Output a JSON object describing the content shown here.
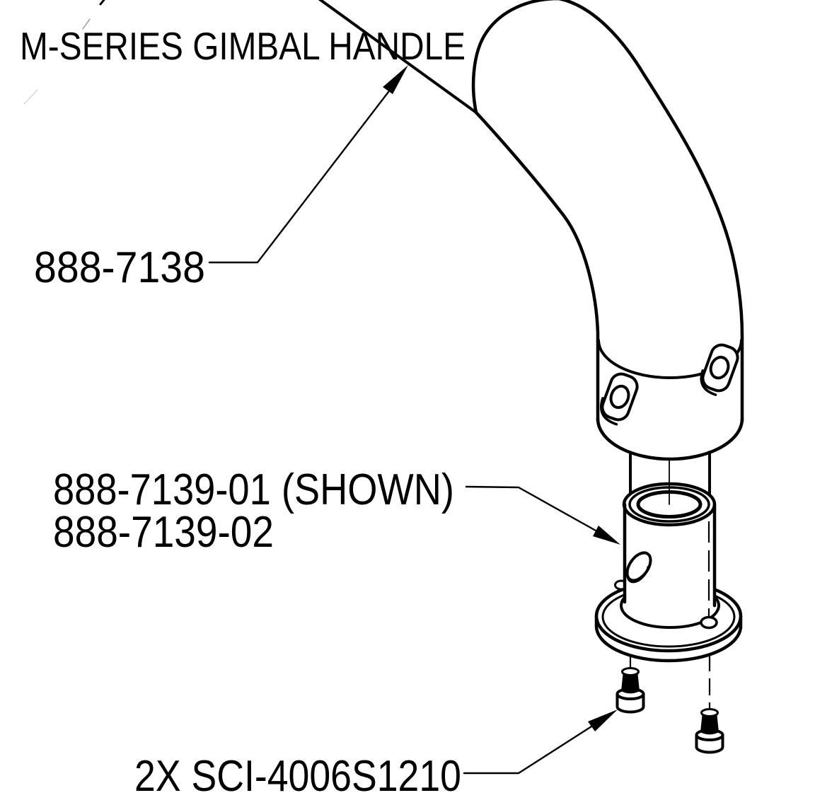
{
  "colors": {
    "ink": "#000000",
    "paper": "#ffffff"
  },
  "title": "M-SERIES GIMBAL HANDLE",
  "callouts": {
    "handle": {
      "label": "888-7138"
    },
    "adapter": {
      "label_line1": "888-7139-01 (SHOWN)",
      "label_line2": "888-7139-02"
    },
    "screws": {
      "label": "2X SCI-4006S1210"
    }
  }
}
